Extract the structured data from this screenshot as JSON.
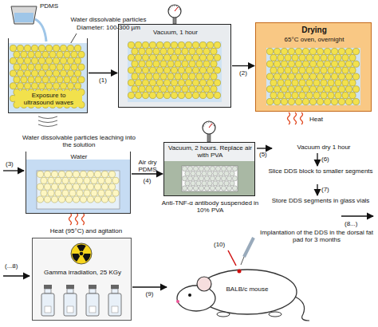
{
  "diagram": {
    "nodes": [
      {
        "text": [
          "Exposure to ultrasound waves"
        ]
      },
      {
        "text": [
          "Vacuum, 1 hour"
        ]
      },
      {
        "text": [
          "Drying",
          "65°C oven, overnight"
        ]
      },
      {
        "text": [
          "Water dissolvable particles leaching into the solution",
          "Water"
        ]
      },
      {
        "text": [
          "Vacuum, 2 hours. Replace air with PVA",
          "Anti-TNF-α antibody suspended in 10% PVA"
        ]
      },
      {
        "text": [
          "Gamma irradiation, 25 KGy"
        ]
      },
      {
        "text": [
          "BALB/c mouse"
        ]
      }
    ],
    "edges": [
      {
        "from": 0,
        "to": 1,
        "label": "(1)",
        "arrow": "to"
      },
      {
        "from": 1,
        "to": 2,
        "label": "(2)",
        "arrow": "to"
      },
      {
        "from": 3,
        "to": 4,
        "label": "(4)",
        "arrow": "to"
      },
      {
        "from": 5,
        "to": 6,
        "label": "(9)",
        "arrow": "to"
      }
    ],
    "labels": [
      "PDMS",
      "Water dissolvable particles",
      "Diameter: 100-300 µm",
      "Heat",
      "(3)",
      "Heat (95°C) and agitation",
      "Air dry PDMS",
      "(5)",
      "Vacuum dry 1 hour",
      "(6)",
      "Slice DDS block to smaller segments",
      "(7)",
      "Store DDS segments in glass vials",
      "(8...)",
      "(...8)",
      "(10)",
      "Implantation of the DDS in the dorsal fat pad for 3 months"
    ]
  }
}
